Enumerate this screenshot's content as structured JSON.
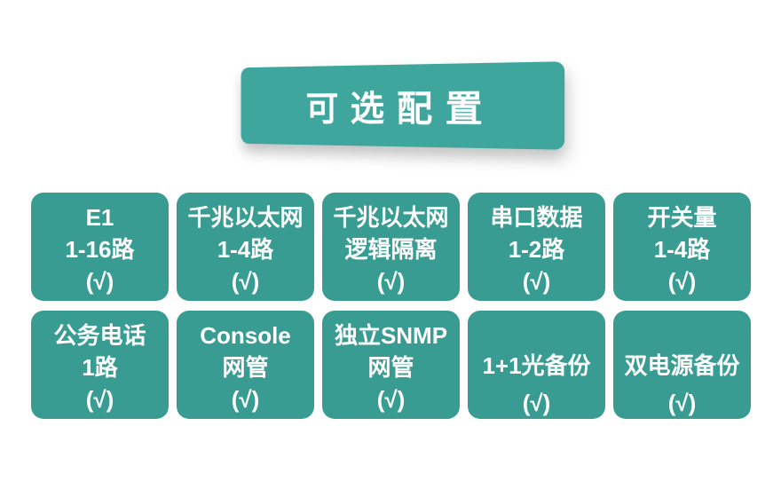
{
  "banner": {
    "title": "可选配置"
  },
  "colors": {
    "banner_teal": "#3ea69c",
    "card_teal": "#399c93",
    "text": "#ffffff",
    "background": "#ffffff"
  },
  "rows": [
    {
      "cards": [
        {
          "lines": [
            "E1",
            "1-16路",
            "(√)"
          ]
        },
        {
          "lines": [
            "千兆以太网",
            "1-4路",
            "(√)"
          ]
        },
        {
          "lines": [
            "千兆以太网",
            "逻辑隔离",
            "(√)"
          ]
        },
        {
          "lines": [
            "串口数据",
            "1-2路",
            "(√)"
          ]
        },
        {
          "lines": [
            "开关量",
            "1-4路",
            "(√)"
          ]
        }
      ]
    },
    {
      "cards": [
        {
          "lines": [
            "公务电话",
            "1路",
            "(√)"
          ]
        },
        {
          "lines": [
            "Console",
            "网管",
            "(√)"
          ]
        },
        {
          "lines": [
            "独立SNMP",
            "网管",
            "(√)"
          ]
        },
        {
          "lines": [
            "1+1光备份",
            "(√)"
          ]
        },
        {
          "lines": [
            "双电源备份",
            "(√)"
          ]
        }
      ]
    }
  ]
}
